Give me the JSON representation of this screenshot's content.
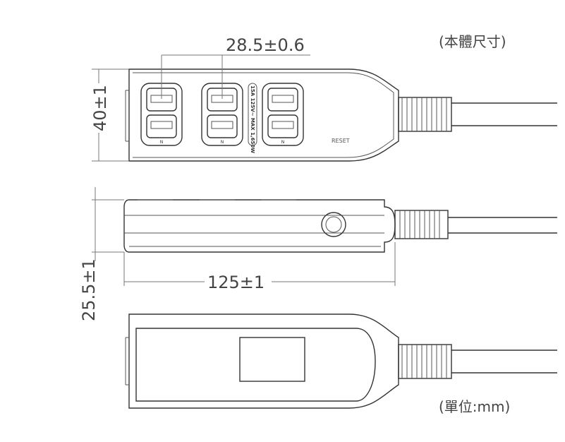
{
  "notes": {
    "body_size": "(本體尺寸)",
    "unit": "(單位:mm)"
  },
  "dimensions": {
    "outlet_pitch": "28.5±0.6",
    "width": "40±1",
    "height": "25.5±1",
    "length": "125±1"
  },
  "labels": {
    "rating": "15A 125V~ MAX 1,650W",
    "reset": "RESET",
    "polarity_mark": "N"
  }
}
